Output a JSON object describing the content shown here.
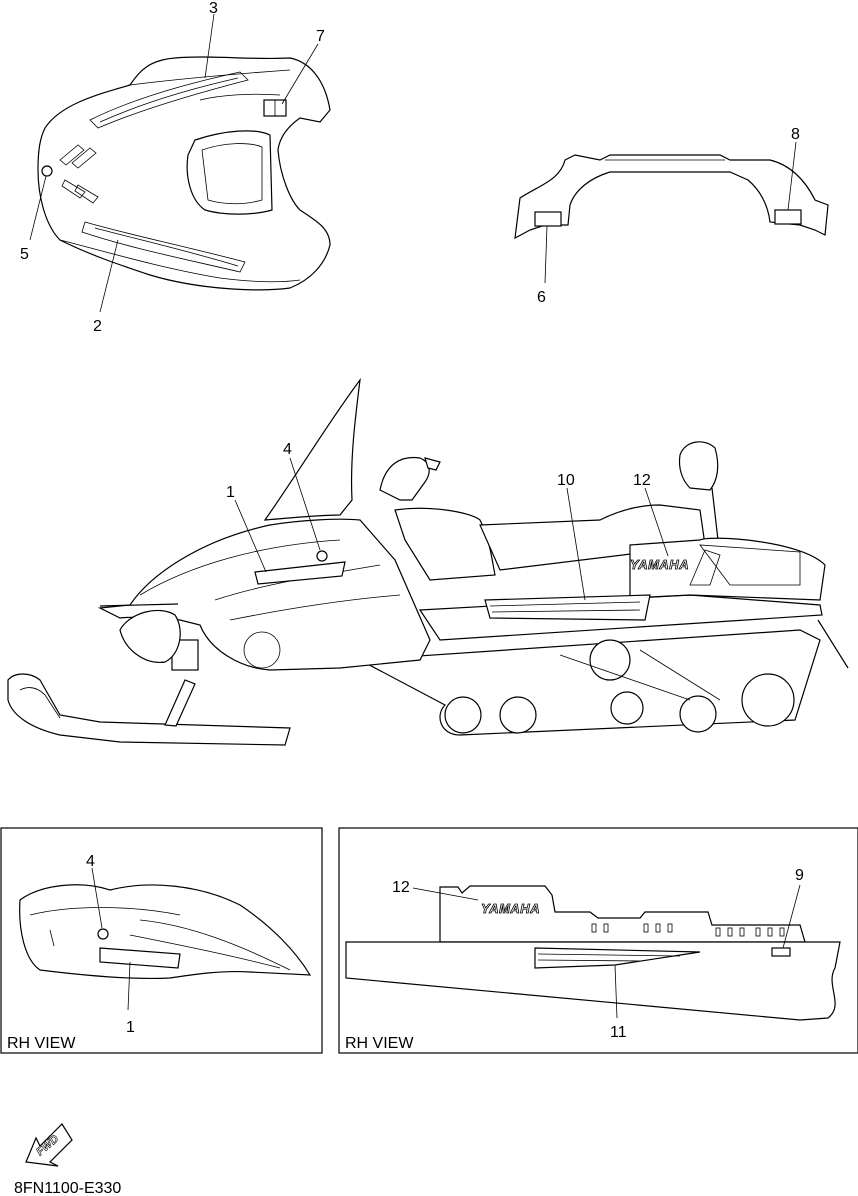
{
  "callouts": {
    "c1": "1",
    "c2": "2",
    "c3": "3",
    "c4": "4",
    "c5": "5",
    "c6": "6",
    "c7": "7",
    "c8": "8",
    "c9": "9",
    "c10": "10",
    "c11": "11",
    "c12": "12"
  },
  "views": {
    "left_inset": "RH VIEW",
    "right_inset": "RH VIEW"
  },
  "brand": {
    "main": "YAMAHA",
    "inset": "YAMAHA"
  },
  "fwd": "FWD",
  "diagram_code": "8FN1100-E330"
}
